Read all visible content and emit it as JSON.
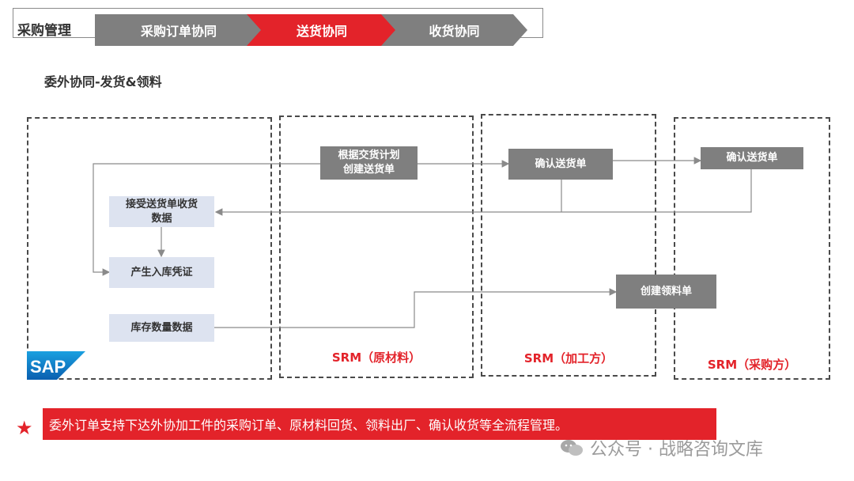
{
  "nav": {
    "section_label": "采购管理",
    "steps": [
      "采购订单协同",
      "送货协同",
      "收货协同"
    ]
  },
  "subtitle": "委外协同-发货&领料",
  "lanes": {
    "srm_raw": "SRM（原材料）",
    "srm_processor": "SRM（加工方）",
    "srm_buyer": "SRM（采购方）"
  },
  "sap": {
    "receive_data_line1": "接受送货单收货",
    "receive_data_line2": "数据",
    "generate_voucher": "产生入库凭证",
    "inventory_data": "库存数量数据",
    "logo_text": "SAP"
  },
  "raw": {
    "create_delivery_line1": "根据交货计划",
    "create_delivery_line2": "创建送货单"
  },
  "processor": {
    "confirm_delivery": "确认送货单",
    "create_picking": "创建领料单"
  },
  "buyer": {
    "confirm_delivery": "确认送货单"
  },
  "note": "委外订单支持下达外协加工件的采购订单、原材料回货、领料出厂、确认收货等全流程管理。",
  "watermark": "公众号 · 战略咨询文库",
  "colors": {
    "accent": "#e3232a",
    "gray": "#7f7f7f",
    "light": "#dde3f0"
  }
}
